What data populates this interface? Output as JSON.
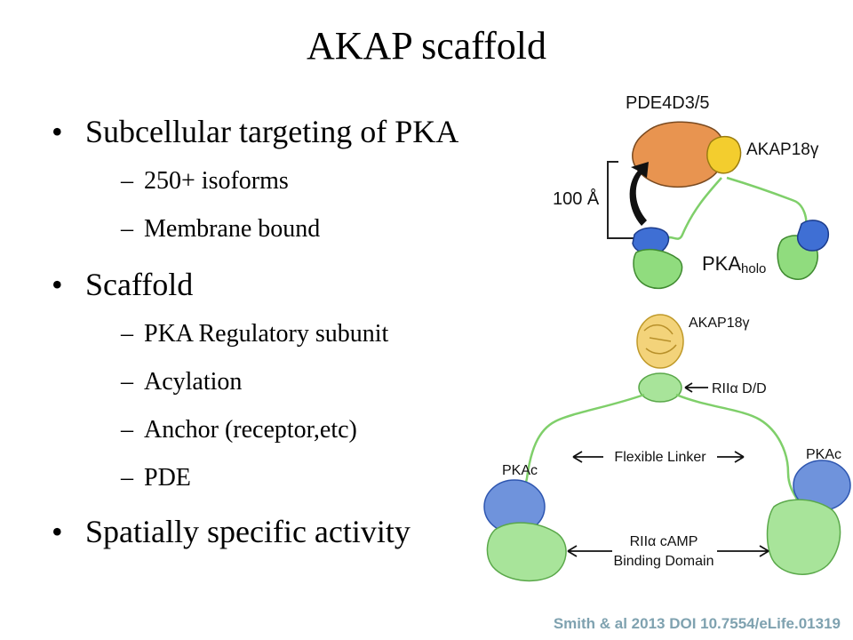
{
  "slide": {
    "title": "AKAP scaffold",
    "bullets": [
      {
        "text": "Subcellular targeting of PKA",
        "subitems": [
          "250+ isoforms",
          "Membrane bound"
        ]
      },
      {
        "text": "Scaffold",
        "subitems": [
          "PKA Regulatory subunit",
          "Acylation",
          "Anchor (receptor,etc)",
          "PDE"
        ]
      },
      {
        "text": "Spatially specific activity",
        "subitems": []
      }
    ],
    "citation": "Smith & al 2013 DOI 10.7554/eLife.01319"
  },
  "figure_top": {
    "pde_label": "PDE4D3/5",
    "akap_label": "AKAP18γ",
    "distance_label": "100 Å",
    "pka_main": "PKA",
    "pka_sub": "holo"
  },
  "figure_bottom": {
    "akap_label": "AKAP18γ",
    "dd_label": "RIIα D/D",
    "linker_label": "Flexible Linker",
    "pkac_left": "PKAc",
    "pkac_right": "PKAc",
    "camp_label_1": "RIIα cAMP",
    "camp_label_2": "Binding Domain"
  },
  "colors": {
    "pde": "#e89450",
    "akap": "#f3cd2e",
    "pka_catalytic": "#3f6fd4",
    "pka_regulatory": "#90dc7e",
    "linker": "#7fcf6a",
    "citation": "#7fa2b0"
  }
}
